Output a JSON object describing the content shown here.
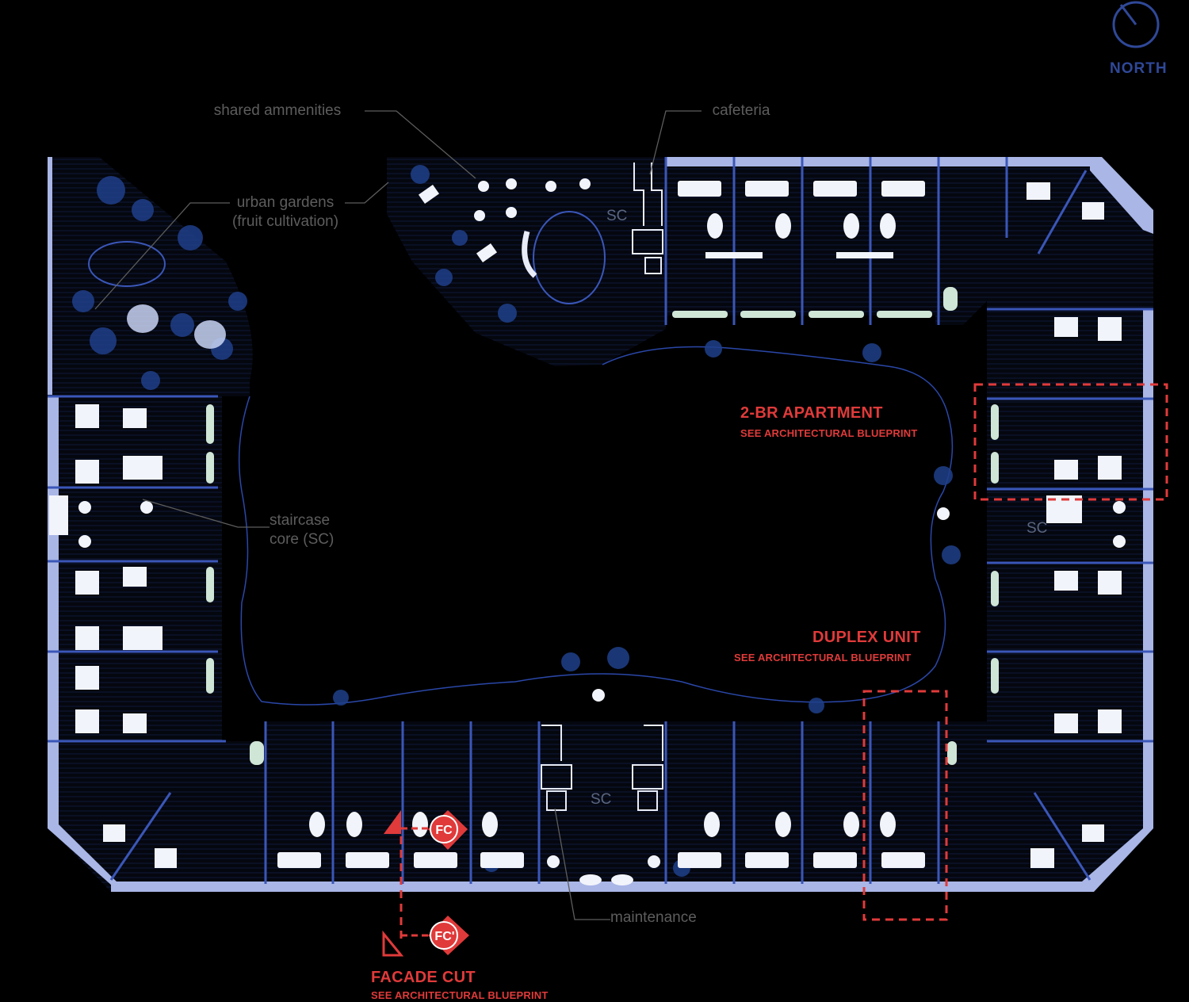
{
  "north": {
    "label": "NORTH"
  },
  "annotations": {
    "shared_amenities": "shared ammenities",
    "cafeteria": "cafeteria",
    "urban_gardens_line1": "urban gardens",
    "urban_gardens_line2": "(fruit cultivation)",
    "staircase_line1": "staircase",
    "staircase_line2": "core (SC)",
    "maintenance": "maintenance"
  },
  "core_labels": {
    "north": "SC",
    "east": "SC",
    "south": "SC"
  },
  "callouts": {
    "two_br": {
      "title": "2-BR APARTMENT",
      "subtitle": "SEE ARCHITECTURAL BLUEPRINT"
    },
    "duplex": {
      "title": "DUPLEX UNIT",
      "subtitle": "SEE ARCHITECTURAL BLUEPRINT"
    },
    "facade": {
      "title": "FACADE CUT",
      "subtitle": "SEE ARCHITECTURAL BLUEPRINT",
      "marker_top": "FC",
      "marker_bottom": "FC'"
    }
  },
  "colors": {
    "background": "#000000",
    "wall": "#3a56b8",
    "facade": "#a9b6e6",
    "vegetation": "#1f3f8a",
    "annotation": "#e03a3a",
    "leader": "#5d5d5d"
  }
}
